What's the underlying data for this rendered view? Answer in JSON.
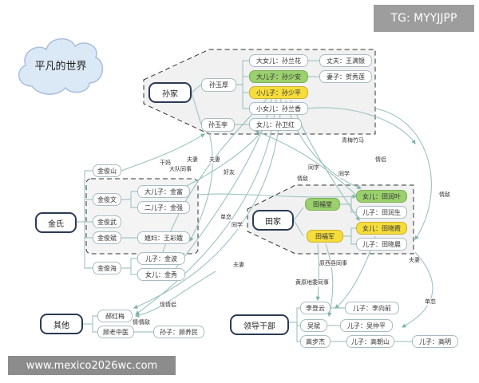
{
  "title": "平凡的世界",
  "watermarks": {
    "top": "TG: MYYJJPP",
    "bottom": "www.mexico2026wc.com"
  },
  "hubs": {
    "sun": "孙家",
    "jin": "金氏",
    "tian": "田家",
    "other": "其他",
    "leaders": "领导干部"
  },
  "people": {
    "sun_yuhou": "孙玉厚",
    "sun_yuting": "孙玉亭",
    "sun_lanhua": "大女儿：孙兰花",
    "wang_mancang": "丈夫：王满银",
    "sun_shaoan": "大儿子：孙少安",
    "he_xiulian": "妻子：贺秀莲",
    "sun_shaoping": "小儿子：孙少平",
    "sun_lanxiang": "小女儿：孙兰香",
    "sun_weihong": "女儿：孙卫红",
    "jin_junshan": "金俊山",
    "jin_junwen": "金俊文",
    "jin_fu": "大儿子：金富",
    "jin_qiang": "二儿子：金强",
    "jin_junwu": "金俊武",
    "jin_junbin": "金俊斌",
    "wang_caie": "媳妇：王彩娥",
    "jin_junhai": "金俊海",
    "jin_bo": "儿子：金波",
    "jin_xiu": "女儿：金秀",
    "tian_futang": "田福堂",
    "tian_runye": "女儿：田润叶",
    "tian_runsheng": "儿子：田润生",
    "tian_fujun": "田福军",
    "tian_xiaoxia": "女儿：田晓霞",
    "tian_xiaochen": "儿子：田晓晨",
    "hao_hongmei": "郝红梅",
    "gu_laozhongyi": "顾老中医",
    "gu_yangmin": "孙子：顾养民",
    "li_dengyun": "李登云",
    "li_xiangqian": "儿子：李向前",
    "wu_bin": "吴斌",
    "wu_zhongping": "儿子：吴仲平",
    "gao_buzhi": "高步杰",
    "gao_chaoshan": "儿子：高朝山",
    "gao_ming": "儿子：高明"
  },
  "relations": {
    "ganma": "干妈",
    "fuqi1": "夫妻",
    "fuqi2": "夫妻",
    "fuqi3": "夫妻",
    "fuqi4": "夫妻",
    "dadui_tongshi": "大队同事",
    "haoyou": "好友",
    "qingdi1": "情敌",
    "qingdi2": "情敌",
    "qingdi3": "情敌",
    "qingmei": "青梅竹马",
    "tongxue1": "同学",
    "tongxue2": "同学",
    "tongxue3": "同学",
    "danlian1": "单恋",
    "danlian2": "单恋",
    "yuanxian_tongshi": "原西县同事",
    "huangyuan_tongshi": "黄原地委同事",
    "jianzhi": "现情侣",
    "qinglv1": "情侣",
    "qinglv2": "情侣"
  },
  "colors": {
    "hub_border": "#2b3a55",
    "line": "#a5c8c6",
    "arrow": "#7fb3ae",
    "green_node": "#9bd06f",
    "yellow_node": "#f6dd3c",
    "cloud_fill": "#dbe9f6",
    "cloud_stroke": "#a9bedb",
    "group_fill": "#f1f1f1",
    "group_stroke": "#333333"
  }
}
